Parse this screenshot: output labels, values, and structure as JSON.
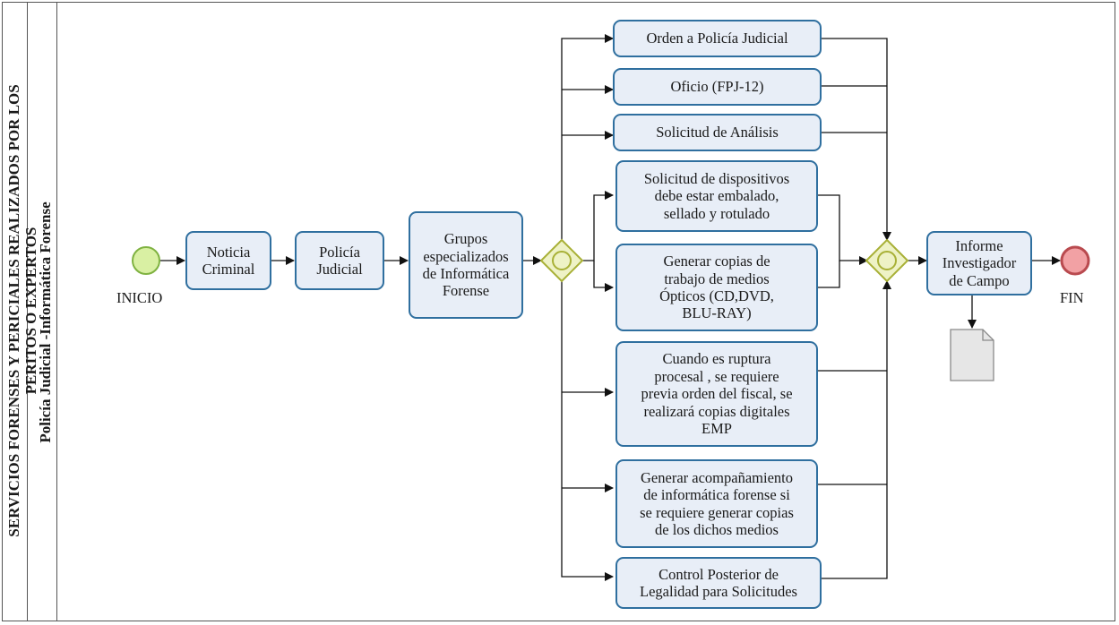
{
  "pool": {
    "title_line1": "SERVICIOS FORENSES Y PERICIALES REALIZADOS POR LOS",
    "title_line2": "PERITOS O EXPERTOS"
  },
  "lane": {
    "title": "Policía Judicial -Informática Forense"
  },
  "events": {
    "start": "INICIO",
    "end": "FIN"
  },
  "tasks": {
    "noticia": [
      "Noticia",
      "Criminal"
    ],
    "policia": [
      "Policía",
      "Judicial"
    ],
    "grupos": [
      "Grupos",
      "especializados",
      "de Informática",
      "Forense"
    ],
    "orden": [
      "Orden a Policía Judicial"
    ],
    "oficio": [
      "Oficio (FPJ-12)"
    ],
    "solicitud_analisis": [
      "Solicitud de Análisis"
    ],
    "solicitud_dispositivos": [
      "Solicitud de dispositivos",
      "debe estar embalado,",
      "sellado y rotulado"
    ],
    "generar_copias": [
      "Generar copias de",
      "trabajo de medios",
      "Ópticos (CD,DVD,",
      "BLU-RAY)"
    ],
    "ruptura": [
      "Cuando es ruptura",
      "procesal , se requiere",
      "previa orden del fiscal, se",
      "realizará copias digitales",
      "EMP"
    ],
    "acompanamiento": [
      "Generar acompañamiento",
      "de informática forense si",
      "se requiere generar copias",
      "de los dichos medios"
    ],
    "control": [
      "Control Posterior de",
      "Legalidad para Solicitudes"
    ],
    "informe": [
      "Informe",
      "Investigador",
      "de Campo"
    ]
  },
  "colors": {
    "task_fill": "#e8eef7",
    "task_border": "#2f6f9f",
    "gateway_fill": "#eef2c6",
    "gateway_border": "#a8b036",
    "start_fill": "#d9f0a3",
    "start_border": "#7fb241",
    "end_fill": "#f2a1a4",
    "end_border": "#b94a4f"
  }
}
